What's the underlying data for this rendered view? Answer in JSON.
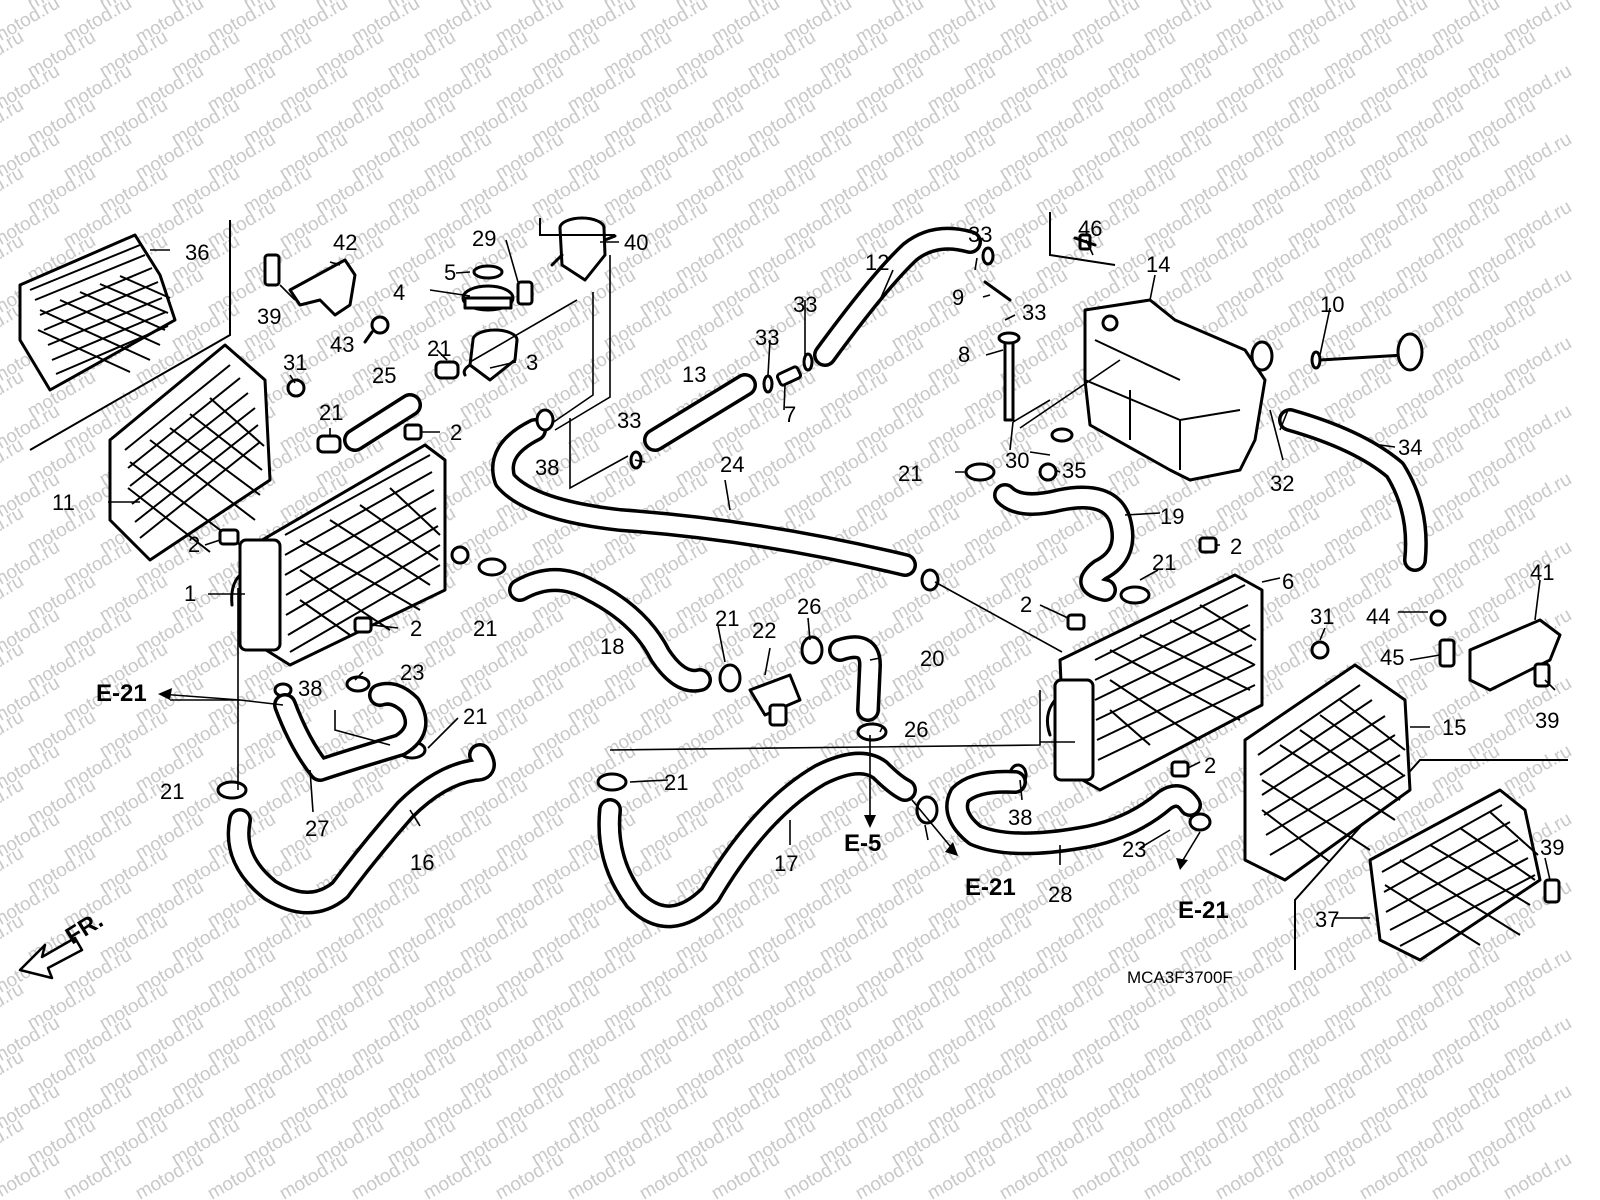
{
  "watermark": "motod.ru",
  "diagram_code": "MCA3F3700F",
  "direction_label": "FR.",
  "section_refs": [
    "E-21",
    "E-5",
    "E-21",
    "E-21"
  ],
  "callouts": [
    "36",
    "42",
    "39",
    "43",
    "11",
    "31",
    "21",
    "25",
    "2",
    "2",
    "1",
    "2",
    "4",
    "5",
    "29",
    "3",
    "21",
    "40",
    "38",
    "33",
    "13",
    "24",
    "33",
    "7",
    "33",
    "12",
    "21",
    "18",
    "21",
    "22",
    "26",
    "20",
    "38",
    "27",
    "23",
    "21",
    "16",
    "21",
    "26",
    "17",
    "21",
    "33",
    "9",
    "33",
    "8",
    "46",
    "14",
    "10",
    "30",
    "35",
    "21",
    "19",
    "32",
    "34",
    "2",
    "21",
    "6",
    "2",
    "2",
    "31",
    "44",
    "41",
    "45",
    "39",
    "15",
    "38",
    "23",
    "28",
    "37",
    "39"
  ]
}
